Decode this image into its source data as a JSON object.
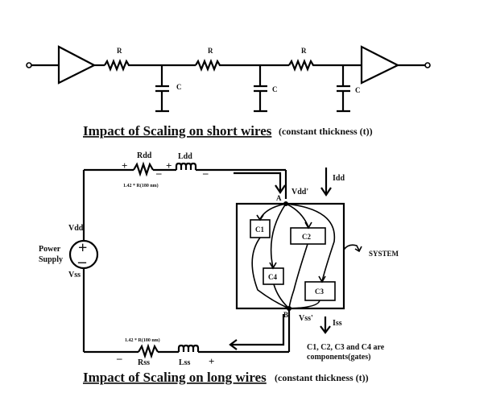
{
  "short_wire": {
    "resistor_labels": [
      "R",
      "R",
      "R"
    ],
    "capacitor_labels": [
      "C",
      "C",
      "C"
    ],
    "title": "Impact of Scaling on short wires",
    "subtitle": "(constant thickness (t))"
  },
  "long_wire": {
    "top_branch": {
      "rdd_label": "Rdd",
      "ldd_label": "Ldd",
      "rdd_value": "1.42 * R(180 nm)",
      "plus_1": "+",
      "minus_1": "–",
      "plus_2": "+",
      "minus_2": "–"
    },
    "bottom_branch": {
      "rss_label": "Rss",
      "lss_label": "Lss",
      "rss_value": "1.42 * R(180 nm)",
      "minus": "–",
      "plus": "+"
    },
    "power_supply": {
      "label_line1": "Power",
      "label_line2": "Supply",
      "vdd": "Vdd",
      "vss": "Vss",
      "plus": "+",
      "minus": "–"
    },
    "system": {
      "node_a": "A",
      "node_b": "B",
      "vdd_prime": "Vdd'",
      "vss_prime": "Vss'",
      "idd": "Idd",
      "iss": "Iss",
      "label": "SYSTEM",
      "components": [
        "C1",
        "C2",
        "C3",
        "C4"
      ]
    },
    "note_line1": "C1, C2, C3 and C4 are",
    "note_line2": "components(gates)",
    "title": "Impact of Scaling on long wires",
    "subtitle": "(constant thickness (t))"
  }
}
